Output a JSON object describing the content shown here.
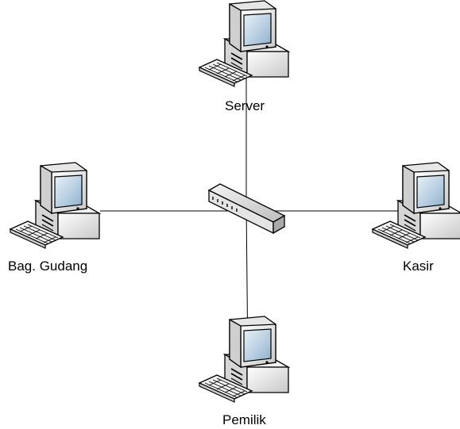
{
  "diagram": {
    "topology": "star",
    "hub_icon": "network-switch-icon",
    "nodes": [
      {
        "id": "server",
        "label": "Server",
        "icon": "desktop-computer-icon"
      },
      {
        "id": "gudang",
        "label": "Bag. Gudang",
        "icon": "desktop-computer-icon"
      },
      {
        "id": "kasir",
        "label": "Kasir",
        "icon": "desktop-computer-icon"
      },
      {
        "id": "pemilik",
        "label": "Pemilik",
        "icon": "desktop-computer-icon"
      }
    ]
  }
}
